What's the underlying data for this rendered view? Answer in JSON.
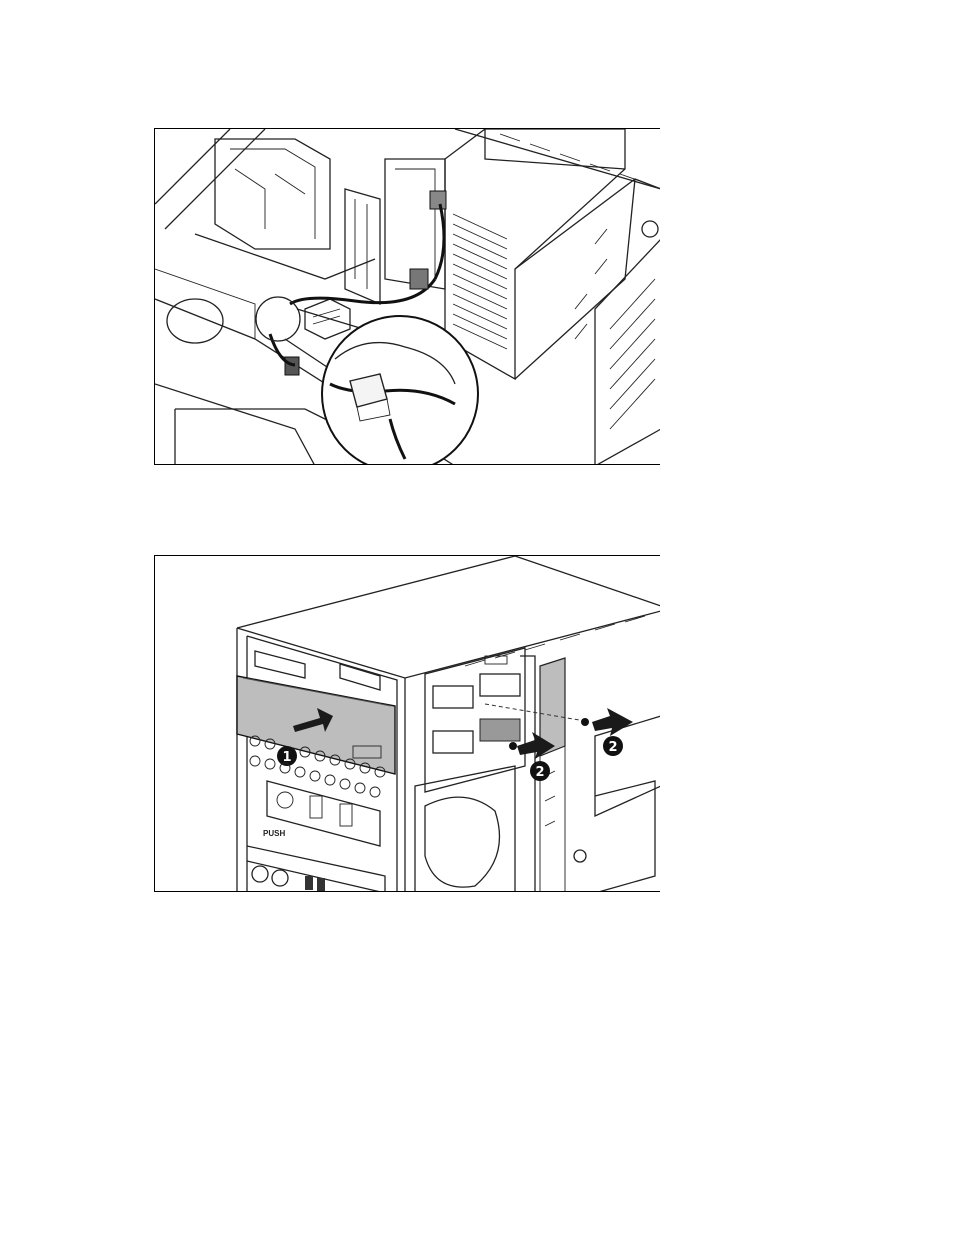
{
  "figures": [
    {
      "callouts": []
    },
    {
      "callouts": [
        {
          "number": "1"
        },
        {
          "number": "2"
        },
        {
          "number": "2"
        }
      ],
      "bay_label": "PUSH"
    }
  ],
  "colors": {
    "line": "#222222",
    "drive_fill": "#bdbdbd",
    "callout": "#111111",
    "arrow": "#1a1a1a"
  }
}
